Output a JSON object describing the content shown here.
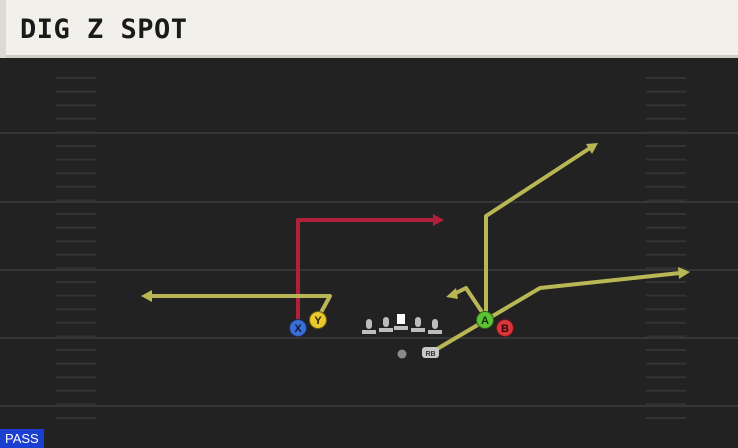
{
  "play": {
    "name": "DIG Z SPOT",
    "type": "PASS"
  },
  "players": [
    {
      "id": "X",
      "button": "X",
      "color": "#3a6fd8",
      "role": "receiver"
    },
    {
      "id": "Y",
      "button": "Y",
      "color": "#e9c92c",
      "role": "receiver"
    },
    {
      "id": "A",
      "button": "A",
      "color": "#5cc434",
      "role": "receiver"
    },
    {
      "id": "B",
      "button": "B",
      "color": "#d8353c",
      "role": "receiver"
    },
    {
      "id": "RB",
      "button": "RB",
      "color": "#c8c8c8",
      "role": "running back"
    }
  ],
  "colors": {
    "route_default": "#b8b655",
    "route_primary": "#b0203a",
    "field_line": "#3a3a3a"
  }
}
